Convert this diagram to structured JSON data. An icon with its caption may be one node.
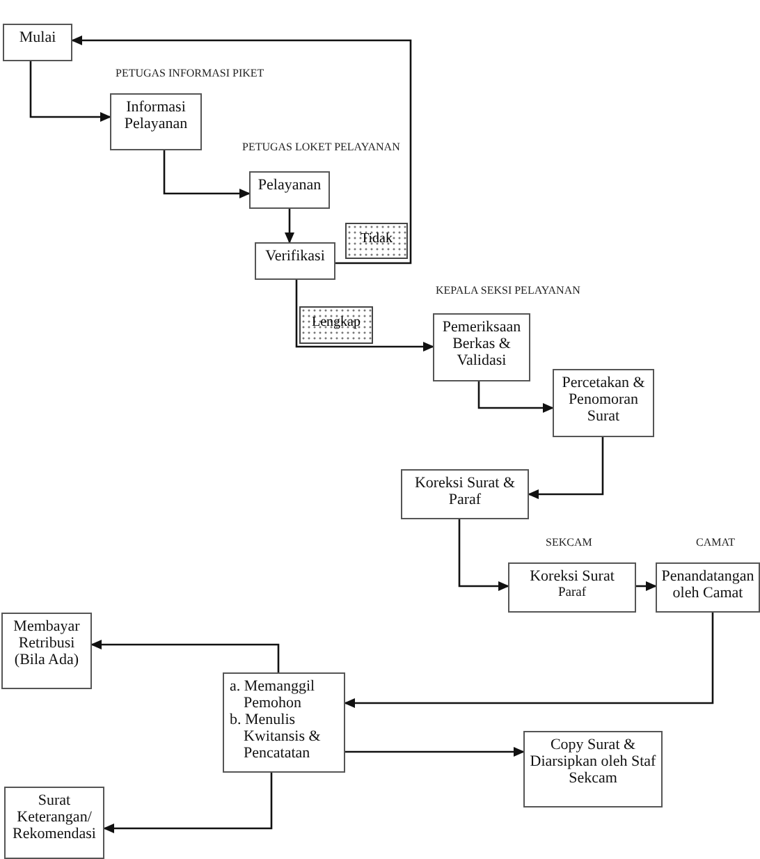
{
  "diagram": {
    "nodes": [
      {
        "text": [
          "Mulai"
        ]
      },
      {
        "text": [
          "Informasi Pelayanan"
        ]
      },
      {
        "text": [
          "Pelayanan"
        ]
      },
      {
        "text": [
          "Verifikasi"
        ]
      },
      {
        "text": [
          "Pemeriksaan Berkas & Validasi"
        ]
      },
      {
        "text": [
          "Percetakan & Penomoran Surat"
        ]
      },
      {
        "text": [
          "Koreksi Surat & Paraf"
        ]
      },
      {
        "text": [
          "Koreksi Surat",
          "Paraf"
        ]
      },
      {
        "text": [
          "Penandatangan oleh Camat"
        ]
      },
      {
        "text": [
          "Membayar Retribusi (Bila Ada)"
        ]
      },
      {
        "text": [
          "a. Memanggil Pemohon",
          "b. Menulis Kwitansis & Pencatatan"
        ]
      },
      {
        "text": [
          "Copy Surat & Diarsipkan oleh Staf Sekcam"
        ]
      },
      {
        "text": [
          "Surat Keterangan/ Rekomendasi"
        ]
      }
    ],
    "edges": [
      {
        "from": 0,
        "to": 1,
        "arrow": "to"
      },
      {
        "from": 1,
        "to": 2,
        "arrow": "to"
      },
      {
        "from": 2,
        "to": 3,
        "arrow": "to"
      },
      {
        "from": 3,
        "to": 0,
        "arrow": "to",
        "label": "Tidak"
      },
      {
        "from": 3,
        "to": 4,
        "arrow": "to",
        "label": "Lengkap"
      },
      {
        "from": 4,
        "to": 5,
        "arrow": "to"
      },
      {
        "from": 5,
        "to": 6,
        "arrow": "to"
      },
      {
        "from": 6,
        "to": 7,
        "arrow": "to"
      },
      {
        "from": 7,
        "to": 8,
        "arrow": "to"
      },
      {
        "from": 8,
        "to": 10,
        "arrow": "to"
      },
      {
        "from": 10,
        "to": 9,
        "arrow": "to"
      },
      {
        "from": 10,
        "to": 11,
        "arrow": "to"
      },
      {
        "from": 10,
        "to": 12,
        "arrow": "to"
      }
    ],
    "labels": [
      "PETUGAS INFORMASI PIKET",
      "PETUGAS LOKET PELAYANAN",
      "KEPALA SEKSI PELAYANAN",
      "SEKCAM",
      "CAMAT"
    ]
  }
}
